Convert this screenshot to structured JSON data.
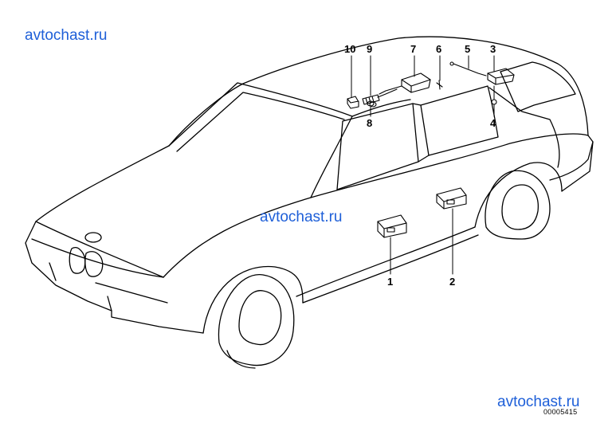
{
  "watermarks": [
    "avtochast.ru",
    "avtochast.ru",
    "avtochast.ru"
  ],
  "callouts": [
    "10",
    "9",
    "7",
    "6",
    "5",
    "3",
    "8",
    "4",
    "1",
    "2"
  ],
  "document_id": "00005415",
  "colors": {
    "watermark": "#1e5fd8",
    "line": "#000000",
    "background": "#ffffff"
  }
}
